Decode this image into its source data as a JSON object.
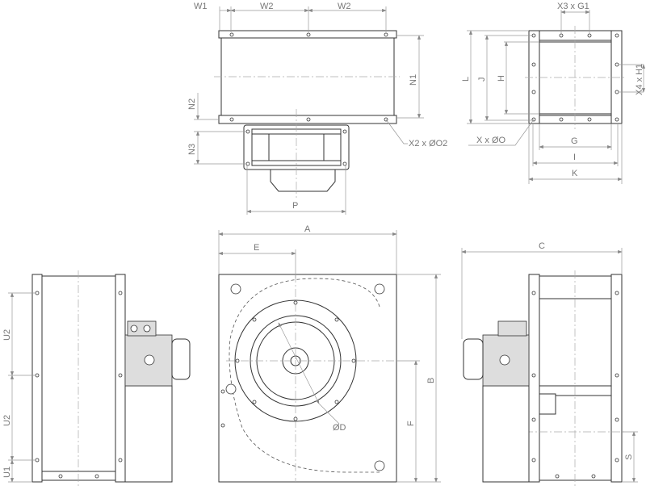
{
  "top_view": {
    "w1": "W1",
    "w2a": "W2",
    "w2b": "W2",
    "n1": "N1",
    "n2": "N2",
    "n3": "N3",
    "x2_o2": "X2 x ØO2",
    "p": "P"
  },
  "inlet_view": {
    "x3_g1": "X3 x G1",
    "l": "L",
    "j": "J",
    "h": "H",
    "x4_h1": "X4 x H1",
    "x_o": "X x ØO",
    "g": "G",
    "i": "I",
    "k": "K"
  },
  "front_view": {
    "a": "A",
    "e": "E",
    "b": "B",
    "f": "F",
    "d": "ØD"
  },
  "left_view": {
    "u2a": "U2",
    "u2b": "U2",
    "u1": "U1"
  },
  "right_view": {
    "c": "C",
    "s": "S"
  }
}
